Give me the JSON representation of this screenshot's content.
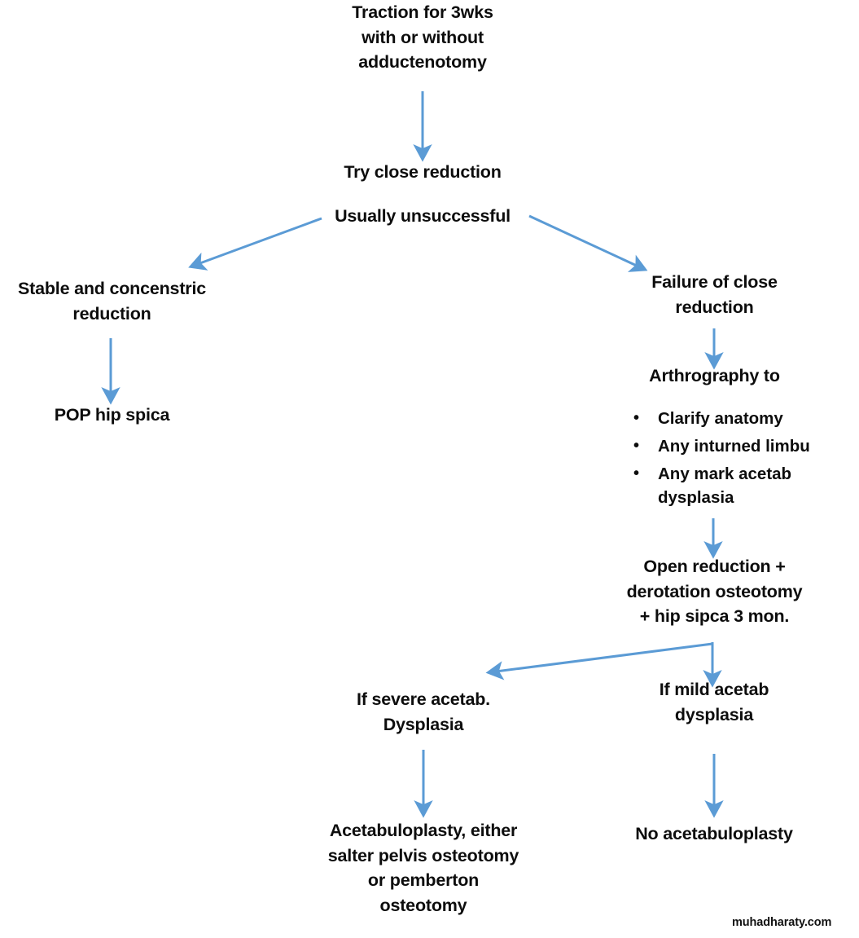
{
  "diagram": {
    "title_node": "Traction for 3wks\nwith or without\nadductenotomy",
    "nodes": {
      "try_close_reduction": "Try close reduction",
      "usually_unsuccessful": "Usually unsuccessful",
      "stable_concentric": "Stable and concenstric\nreduction",
      "pop_hip_spica": "POP hip spica",
      "failure_close_reduction": "Failure of close\nreduction",
      "arthrography_to": "Arthrography to",
      "open_reduction": "Open reduction +\nderotation osteotomy\n+ hip sipca 3 mon.",
      "if_severe": "If severe acetab.\nDysplasia",
      "if_mild": "If mild acetab\ndysplasia",
      "acetabuloplasty": "Acetabuloplasty, either\nsalter pelvis osteotomy\nor pemberton\nosteotomy",
      "no_acetabuloplasty": "No acetabuloplasty"
    },
    "arthrography_bullets": [
      "Clarify anatomy",
      "Any inturned limbu",
      "Any mark acetab\ndysplasia"
    ],
    "bullet_glyph": "•",
    "watermark": "muhadharaty.com",
    "colors": {
      "arrow": "#5B9BD5",
      "text": "#0d0d0d",
      "background": "#ffffff"
    }
  }
}
